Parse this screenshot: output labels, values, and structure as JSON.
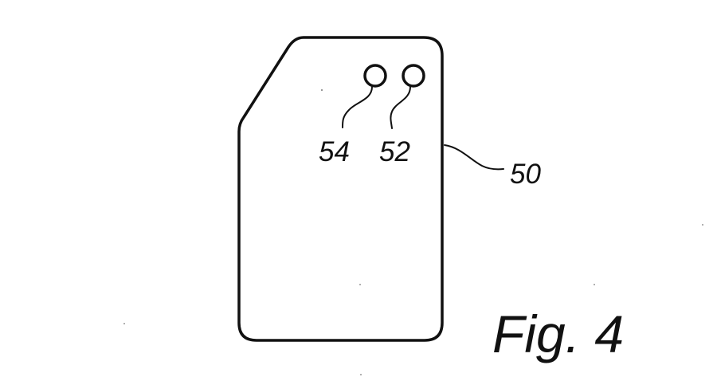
{
  "figure": {
    "caption": "Fig. 4",
    "card": {
      "label": "50"
    },
    "contacts": [
      {
        "label": "54"
      },
      {
        "label": "52"
      }
    ]
  }
}
